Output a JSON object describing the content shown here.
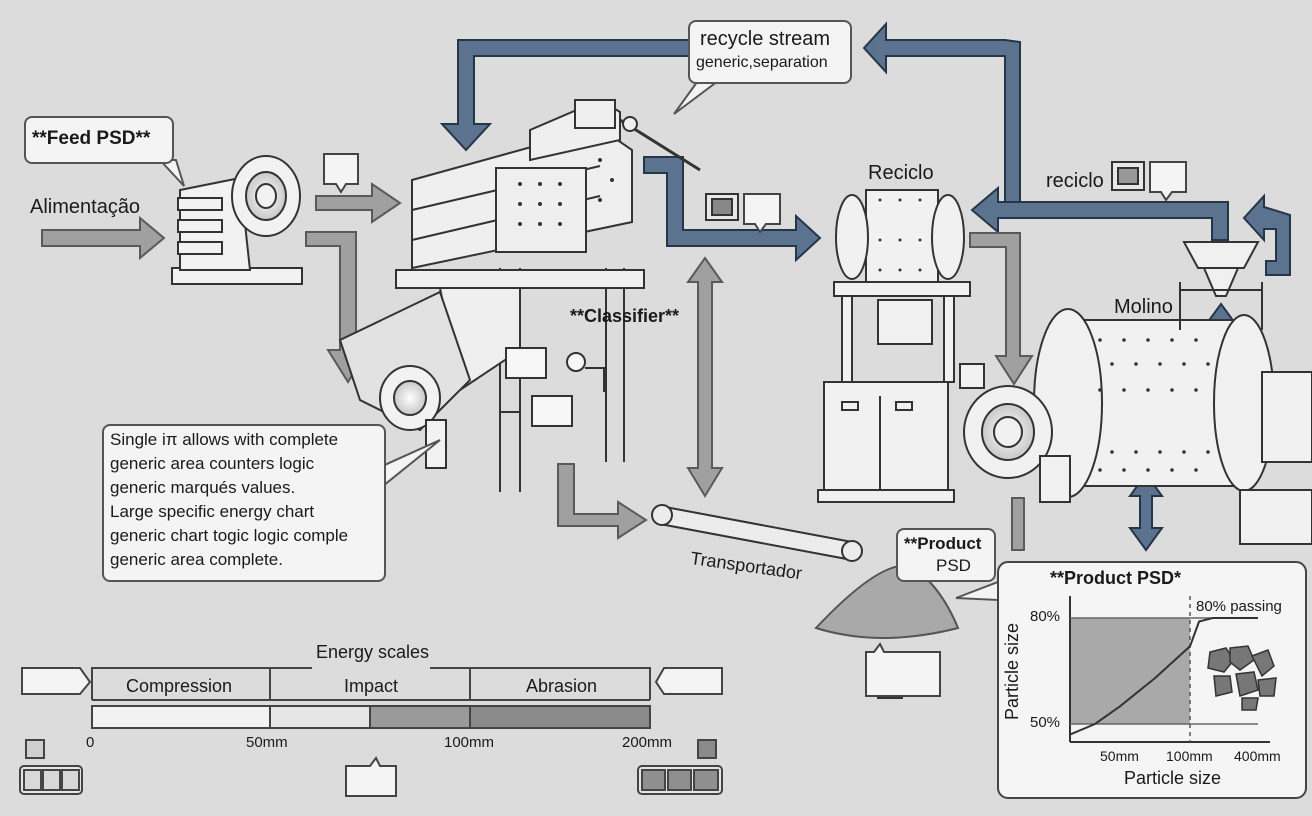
{
  "labels": {
    "feed_psd": "**Feed PSD**",
    "feed": "Alimentação",
    "recycle_stream_title": "recycle stream",
    "recycle_stream_sub": "generic,separation",
    "classifier": "**Classifier**",
    "reciclo_upper": "Reciclo",
    "reciclo_lower": "reciclo",
    "molino": "Molino",
    "transportador": "Transportador",
    "product_psd_callout_bold": "**Product",
    "product_psd_callout_rest": "PSD"
  },
  "note_lines": [
    "Single iπ allows with complete",
    "generic area counters logic",
    "generic marqués values.",
    "Large specific energy chart",
    "generic chart togic logic comple",
    "generic area complete."
  ],
  "energy_scale": {
    "title": "Energy scales",
    "zones": [
      "Compression",
      "Impact",
      "Abrasion"
    ],
    "ticks": [
      "0",
      "50mm",
      "100mm",
      "200mm"
    ]
  },
  "colors": {
    "background": "#dcdcdc",
    "arrow_blue": "#5c7390",
    "arrow_gray": "#9a9a9a",
    "line": "#3a3a3a"
  },
  "chart_data": {
    "type": "line",
    "title": "**Product PSD*",
    "xlabel": "Particle size",
    "ylabel": "Particle size",
    "x_ticks": [
      "50mm",
      "100mm",
      "400mm"
    ],
    "y_ticks": [
      "80%",
      "50%"
    ],
    "annotation": "80% passing",
    "series": [
      {
        "x": [
          0,
          25,
          50,
          75,
          100,
          140,
          200,
          300,
          400
        ],
        "y": [
          47,
          50,
          55,
          63,
          72,
          79,
          80,
          80,
          80
        ]
      }
    ]
  }
}
